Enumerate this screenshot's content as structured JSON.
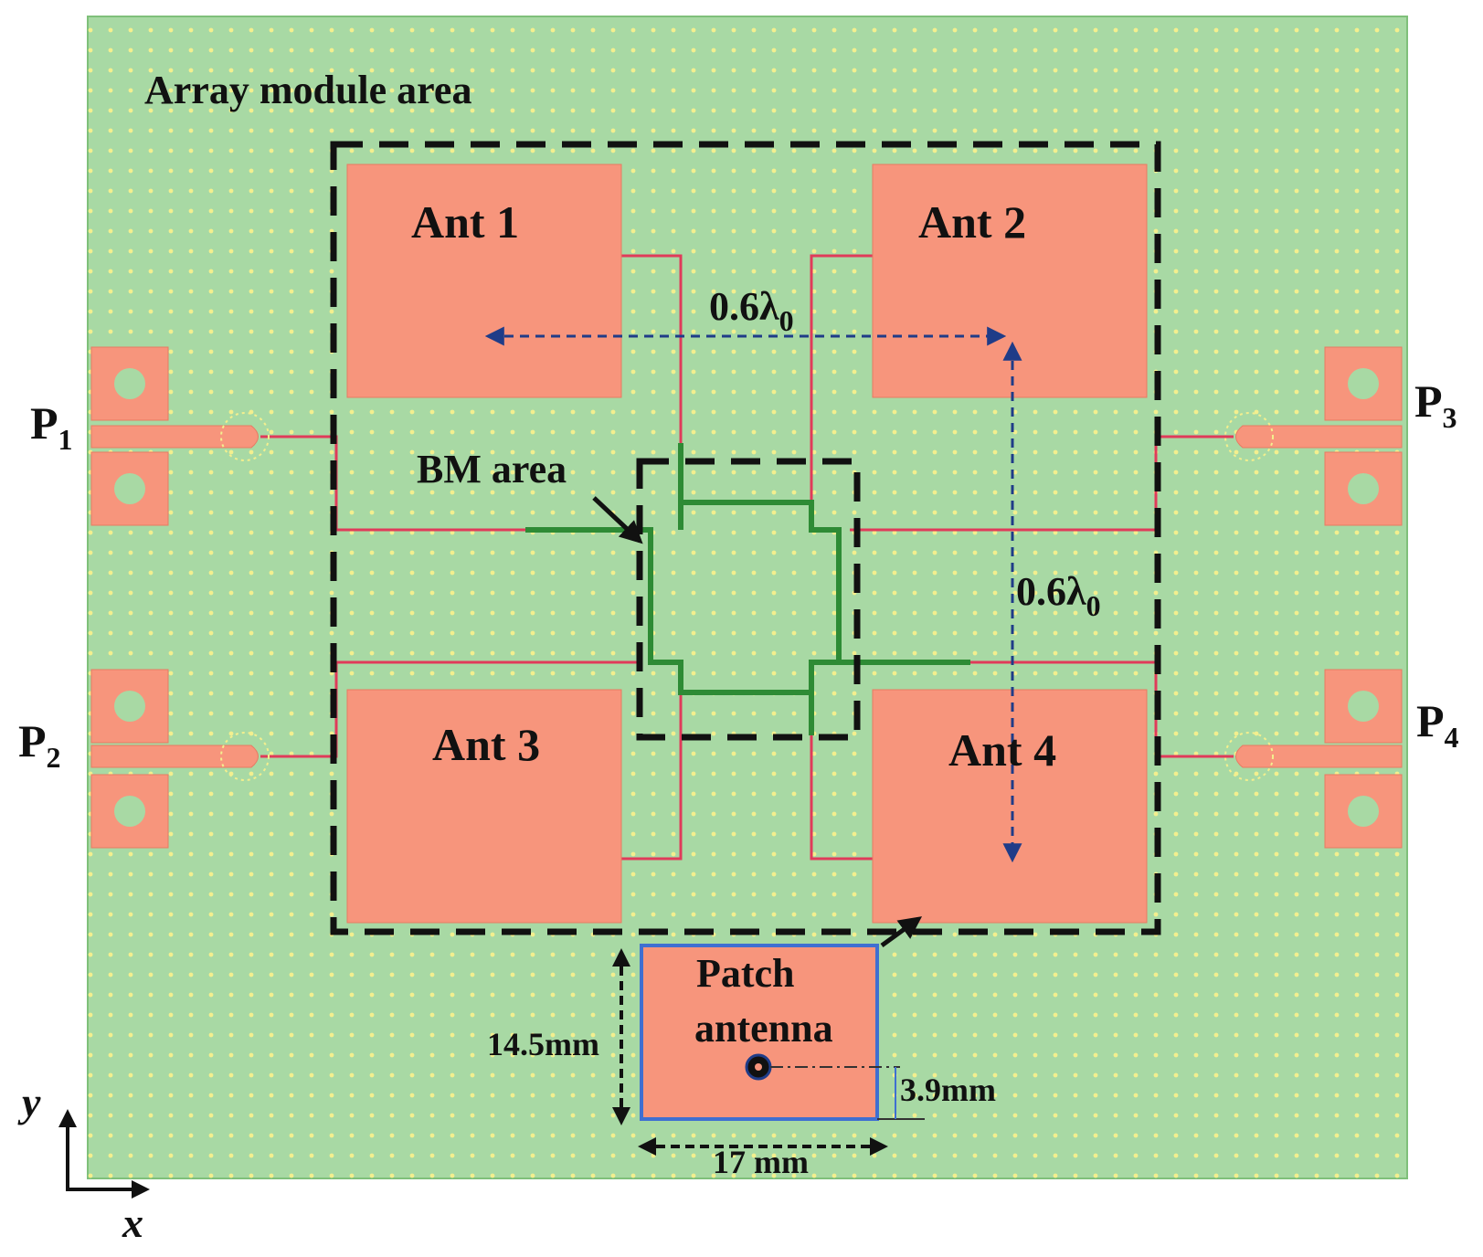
{
  "labels": {
    "array_area": "Array module area",
    "bm_area": "BM area",
    "spacing_h": "0.6λ",
    "spacing_v": "0.6λ",
    "spacing_sub": "0",
    "patch_line1": "Patch",
    "patch_line2": "antenna",
    "dim_height": "14.5mm",
    "dim_width": "17 mm",
    "dim_feed": "3.9mm",
    "axis_x": "x",
    "axis_y": "y"
  },
  "antennas": [
    {
      "label": "Ant 1"
    },
    {
      "label": "Ant 2"
    },
    {
      "label": "Ant 3"
    },
    {
      "label": "Ant 4"
    }
  ],
  "ports": [
    {
      "letter": "P",
      "index": "1"
    },
    {
      "letter": "P",
      "index": "2"
    },
    {
      "letter": "P",
      "index": "3"
    },
    {
      "letter": "P",
      "index": "4"
    }
  ],
  "colors": {
    "board": "#a8d9a4",
    "via_dot": "#f3ef8e",
    "patch": "#f7957c",
    "feed_line": "#e03b5a",
    "coupler": "#2e8b35",
    "dashed_box": "#111111",
    "spacing_arrow": "#1f3c88",
    "single_patch_border": "#3f6fd1"
  }
}
